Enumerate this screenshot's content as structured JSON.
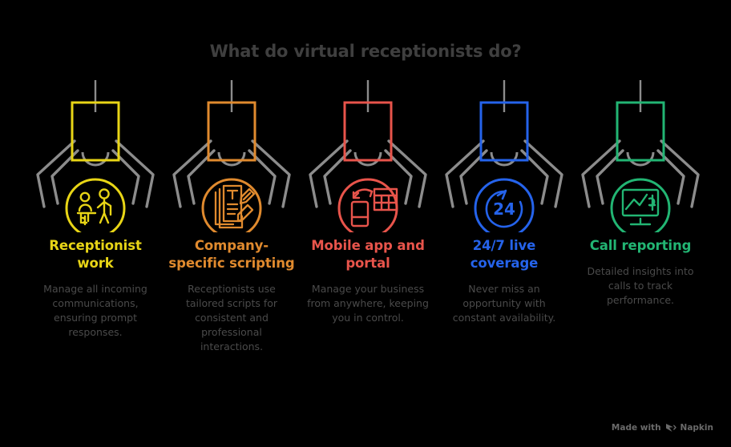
{
  "page": {
    "background": "#000000",
    "title": "What do virtual receptionists do?",
    "title_color": "#3f3f3f"
  },
  "colors": {
    "gray_arms": "#8c8c8c",
    "body_text": "#4a4a4a",
    "watermark": "#6a6a6a"
  },
  "columns": [
    {
      "accent": "#e8d516",
      "icon": "receptionist-desk-icon",
      "heading": "Receptionist work",
      "body": "Manage all incoming communications, ensuring prompt responses."
    },
    {
      "accent": "#e08a2e",
      "icon": "document-pencil-icon",
      "heading": "Company-specific scripting",
      "body": "Receptionists use tailored scripts for consistent and professional interactions."
    },
    {
      "accent": "#e8544b",
      "icon": "mobile-calendar-icon",
      "heading": "Mobile app and portal",
      "body": "Manage your business from anywhere, keeping you in control."
    },
    {
      "accent": "#2563eb",
      "icon": "twenty-four-seven-icon",
      "heading": "24/7 live coverage",
      "body": "Never miss an opportunity with constant availability."
    },
    {
      "accent": "#22b573",
      "icon": "monitor-chart-dollar-icon",
      "heading": "Call reporting",
      "body": "Detailed insights into calls to track performance."
    }
  ],
  "watermark": {
    "prefix": "Made with",
    "brand": "Napkin"
  }
}
